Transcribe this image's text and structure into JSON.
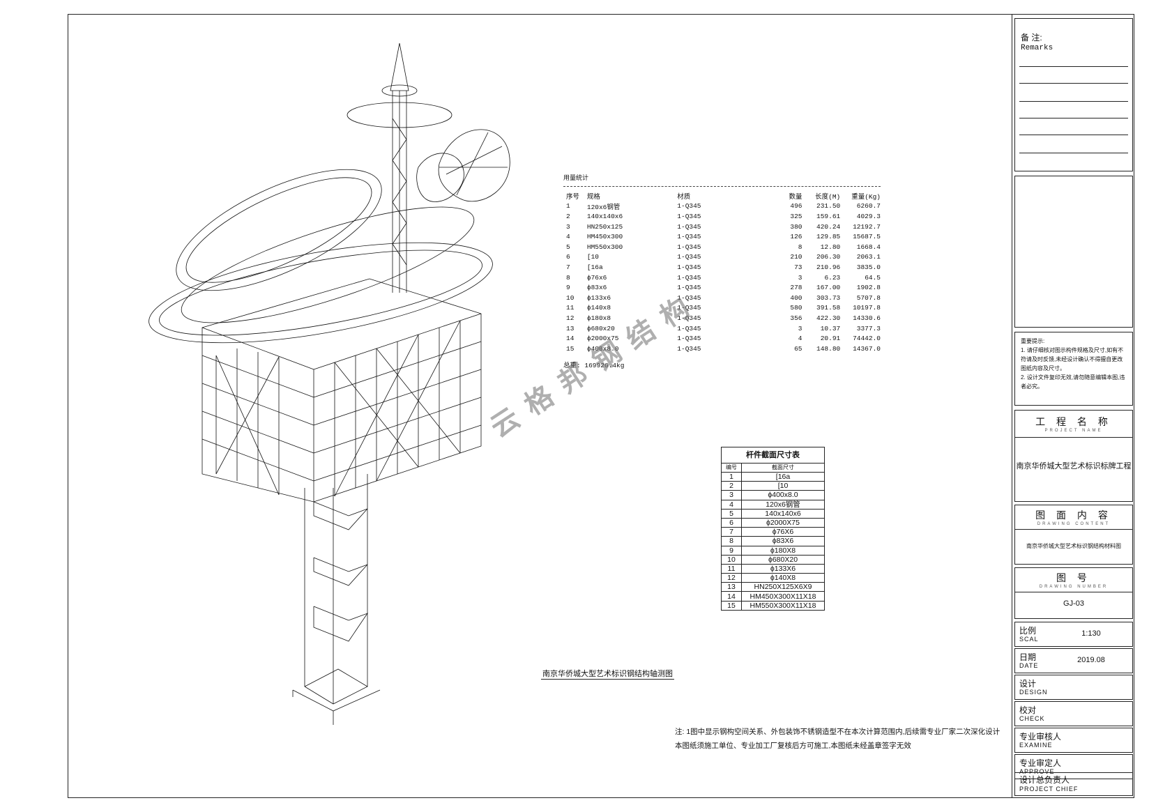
{
  "material_summary": {
    "title": "用量统计",
    "headers": [
      "序号",
      "规格",
      "材质",
      "数量",
      "长度(M)",
      "重量(Kg)"
    ],
    "rows": [
      [
        "1",
        "120x6钢管",
        "1-Q345",
        "496",
        "231.50",
        "6260.7"
      ],
      [
        "2",
        "140x140x6",
        "1-Q345",
        "325",
        "159.61",
        "4029.3"
      ],
      [
        "3",
        "HN250x125",
        "1-Q345",
        "380",
        "420.24",
        "12192.7"
      ],
      [
        "4",
        "HM450x300",
        "1-Q345",
        "126",
        "129.85",
        "15687.5"
      ],
      [
        "5",
        "HM550x300",
        "1-Q345",
        "8",
        "12.80",
        "1668.4"
      ],
      [
        "6",
        "[10",
        "1-Q345",
        "210",
        "206.30",
        "2063.1"
      ],
      [
        "7",
        "[16a",
        "1-Q345",
        "73",
        "210.96",
        "3835.0"
      ],
      [
        "8",
        "ϕ76x6",
        "1-Q345",
        "3",
        "6.23",
        "64.5"
      ],
      [
        "9",
        "ϕ83x6",
        "1-Q345",
        "278",
        "167.00",
        "1902.8"
      ],
      [
        "10",
        "ϕ133x6",
        "1-Q345",
        "400",
        "303.73",
        "5707.8"
      ],
      [
        "11",
        "ϕ140x8",
        "1-Q345",
        "580",
        "391.58",
        "10197.8"
      ],
      [
        "12",
        "ϕ180x8",
        "1-Q345",
        "356",
        "422.30",
        "14330.6"
      ],
      [
        "13",
        "ϕ680x20",
        "1-Q345",
        "3",
        "10.37",
        "3377.3"
      ],
      [
        "14",
        "ϕ2000x75",
        "1-Q345",
        "4",
        "20.91",
        "74442.0"
      ],
      [
        "15",
        "ϕ400x8.0",
        "1-Q345",
        "65",
        "148.80",
        "14367.0"
      ]
    ],
    "total_label": "总重:",
    "total_value": "169926.4kg"
  },
  "section_table": {
    "title": "杆件截面尺寸表",
    "headers": [
      "编号",
      "截面尺寸"
    ],
    "rows": [
      [
        "1",
        "[16a"
      ],
      [
        "2",
        "[10"
      ],
      [
        "3",
        "ϕ400x8.0"
      ],
      [
        "4",
        "120x6钢管"
      ],
      [
        "5",
        "140x140x6"
      ],
      [
        "6",
        "ϕ2000X75"
      ],
      [
        "7",
        "ϕ76X6"
      ],
      [
        "8",
        "ϕ83X6"
      ],
      [
        "9",
        "ϕ180X8"
      ],
      [
        "10",
        "ϕ680X20"
      ],
      [
        "11",
        "ϕ133X6"
      ],
      [
        "12",
        "ϕ140X8"
      ],
      [
        "13",
        "HN250X125X6X9"
      ],
      [
        "14",
        "HM450X300X11X18"
      ],
      [
        "15",
        "HM550X300X11X18"
      ]
    ]
  },
  "drawing_caption": "南京华侨城大型艺术标识钢结构轴测图",
  "note_lines": [
    "注: 1图中显示钢构空间关系、外包装饰不锈钢造型不在本次计算范围内,后续需专业厂家二次深化设计",
    "本图纸须施工单位、专业加工厂复核后方可施工,本图纸未经盖章签字无效"
  ],
  "watermark": "云格邦钢结构",
  "title_block": {
    "remarks_label": "备  注:",
    "remarks_en": "Remarks",
    "notes_title": "重要提示:",
    "notes": [
      "1. 请仔细核对图示构件规格及尺寸,如有不符请及时反馈,未经设计确认不得擅自更改图纸内容及尺寸。",
      "2. 设计文件复印无效,请勿随意编辑本图,违者必究。"
    ],
    "project_name_label": "工 程 名 称",
    "project_name_sub": "PROJECT NAME",
    "project_name": "南京华侨城大型艺术标识标牌工程",
    "drawing_content_label": "图 面 内 容",
    "drawing_content_sub": "DRAWING CONTENT",
    "drawing_content": "南京华侨城大型艺术标识钢结构材料图",
    "drawing_no_label": "图    号",
    "drawing_no_sub": "DRAWING NUMBER",
    "drawing_no": "GJ-03",
    "scale_label": "比例",
    "scale_en": "SCAL",
    "scale": "1:130",
    "date_label": "日期",
    "date_en": "DATE",
    "date": "2019.08",
    "design_label": "设计",
    "design_en": "DESIGN",
    "check_label": "校对",
    "check_en": "CHECK",
    "examine_label": "专业审核人",
    "examine_en": "EXAMINE",
    "approve_label": "专业审定人",
    "approve_en": "APPROVE",
    "chief_label": "设计总负责人",
    "chief_en": "PROJECT CHIEF"
  }
}
